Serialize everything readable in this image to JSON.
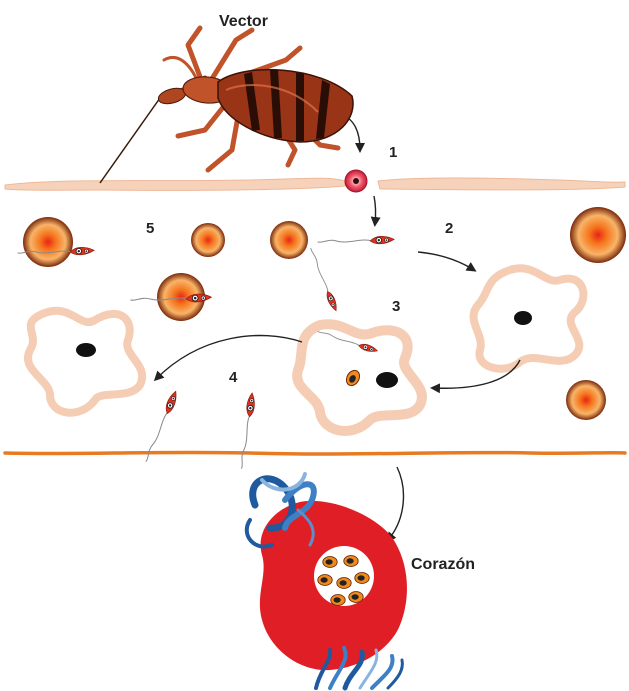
{
  "labels": {
    "vector": "Vector",
    "step1": "1",
    "step2": "2",
    "step3": "3",
    "step4": "4",
    "step5": "5",
    "heart": "Corazón"
  },
  "colors": {
    "vector_body": "#9a3417",
    "vector_legs": "#c0532a",
    "skin": "#f7d2ba",
    "membrane": "#e87a22",
    "parasite": "#e0301e",
    "heart": "#e01e25",
    "vessels": "#1f5a9e",
    "arrow": "#222222"
  },
  "icons": [
    "insect-vector-icon",
    "parasite-icon",
    "blood-cell-icon",
    "host-cell-icon",
    "heart-icon"
  ]
}
